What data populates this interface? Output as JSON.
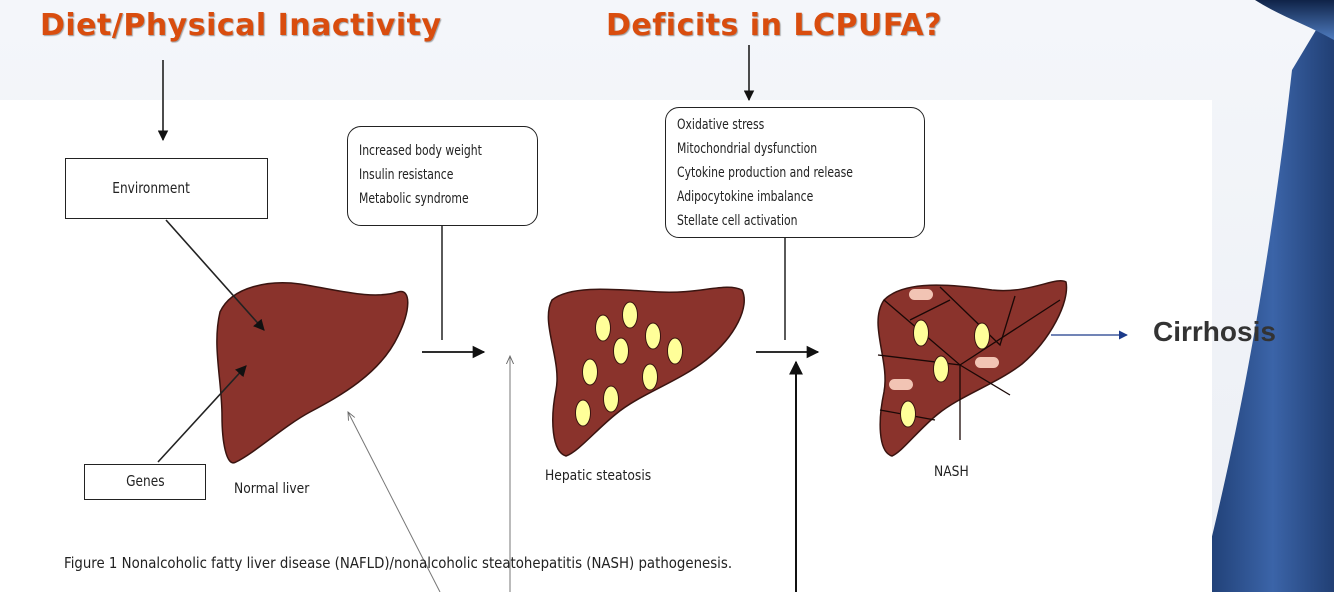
{
  "headings": {
    "left": "Diet/Physical Inactivity",
    "right": "Deficits in LCPUFA?"
  },
  "boxes": {
    "environment": "Environment",
    "genes": "Genes",
    "risk_factors": [
      "Increased body weight",
      "Insulin resistance",
      "Metabolic syndrome"
    ],
    "mechanisms": [
      "Oxidative stress",
      "Mitochondrial dysfunction",
      "Cytokine production and release",
      "Adipocytokine imbalance",
      "Stellate cell activation"
    ]
  },
  "stages": {
    "normal": "Normal liver",
    "steatosis": "Hepatic steatosis",
    "nash": "NASH",
    "cirrhosis": "Cirrhosis"
  },
  "caption": "Figure 1  Nonalcoholic fatty liver disease (NAFLD)/nonalcoholic steatohepatitis (NASH) pathogenesis.",
  "colors": {
    "heading": "#d94d0e",
    "liver_fill": "#8a332c",
    "fat_droplet": "#ffff99",
    "inflammation_spot": "#f2c4b4",
    "theme_blue": "#2a4f8a"
  }
}
